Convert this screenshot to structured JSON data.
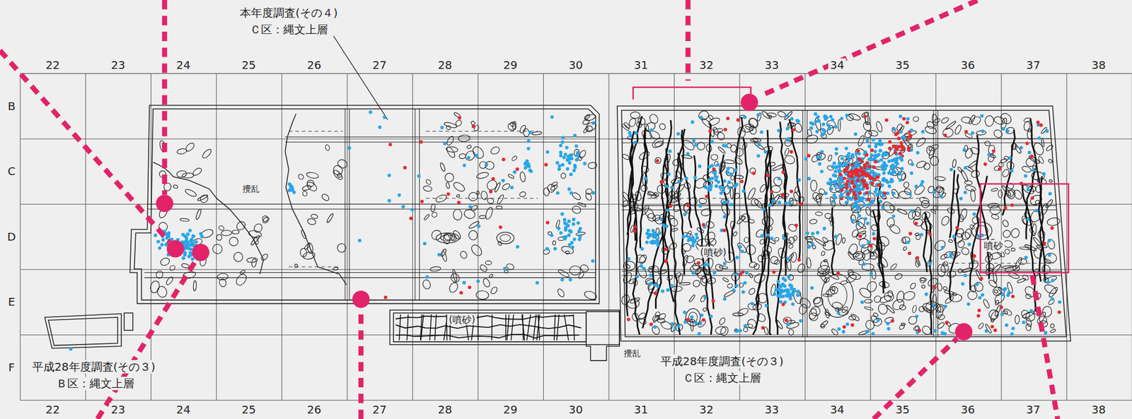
{
  "diagram": {
    "labels": [
      "22",
      "23",
      "24",
      "25",
      "26",
      "27",
      "28",
      "29",
      "30",
      "31",
      "32",
      "33",
      "34",
      "35",
      "36",
      "37",
      "38",
      "22",
      "23",
      "24",
      "25",
      "26",
      "27",
      "28",
      "29",
      "30",
      "31",
      "32",
      "33",
      "34",
      "35",
      "36",
      "37",
      "38",
      "B",
      "C",
      "D",
      "E",
      "F",
      "本年度調査(その４)",
      "Ｃ区：縄文上層",
      "攪乱",
      "(噴砂)",
      "攪乱",
      "(噴砂)",
      "噴砂",
      "平成28年度調査(その３)",
      "Ｂ区：縄文上層",
      "平成28年度調査(その３)",
      "Ｃ区：縄文上層"
    ]
  }
}
